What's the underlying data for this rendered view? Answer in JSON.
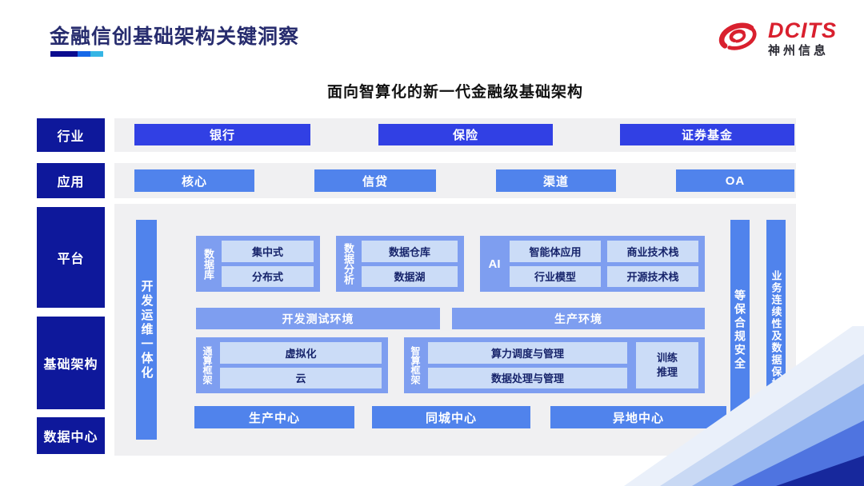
{
  "slide": {
    "title": "金融信创基础架构关键洞察",
    "subtitle": "面向智算化的新一代金融级基础架构"
  },
  "logo": {
    "brand": "DCITS",
    "company": "神州信息",
    "brand_color": "#D9202E"
  },
  "colors": {
    "title_navy": "#272C6E",
    "label_navy": "#0E189B",
    "deep_blue": "#3140E4",
    "blue": "#5083EC",
    "group_blue": "#7E9EF0",
    "chip_light_blue": "#CBDCF7",
    "strip_gray": "#F0F0F2",
    "underline": [
      "#0B0C8F",
      "#1668E8",
      "#35B5E5"
    ]
  },
  "layers": {
    "industry": {
      "label": "行业",
      "items": [
        "银行",
        "保险",
        "证券基金"
      ]
    },
    "application": {
      "label": "应用",
      "items": [
        "核心",
        "信贷",
        "渠道",
        "OA"
      ]
    },
    "platform_label": "平台",
    "infrastructure_label": "基础架构",
    "datacenter_label": "数据中心"
  },
  "diagram": {
    "devops_bar": "开发运维一体化",
    "groups": [
      {
        "label": "数据库",
        "items": [
          "集中式",
          "分布式"
        ]
      },
      {
        "label": "数据分析",
        "items": [
          "数据仓库",
          "数据湖"
        ]
      },
      {
        "label": "AI",
        "items": [
          "智能体应用",
          "商业技术栈",
          "行业模型",
          "开源技术栈"
        ]
      }
    ],
    "environments": [
      "开发测试环境",
      "生产环境"
    ],
    "general_framework": {
      "label": "通算框架",
      "items": [
        "虚拟化",
        "云"
      ]
    },
    "ai_framework": {
      "label": "智算框架",
      "items": [
        "算力调度与管理",
        "数据处理与管理"
      ],
      "side_item_lines": [
        "训练",
        "推理"
      ]
    },
    "centers": [
      "生产中心",
      "同城中心",
      "异地中心"
    ],
    "security_bar": "等保合规安全",
    "continuity_bar": "业务连续性及数据保护"
  }
}
